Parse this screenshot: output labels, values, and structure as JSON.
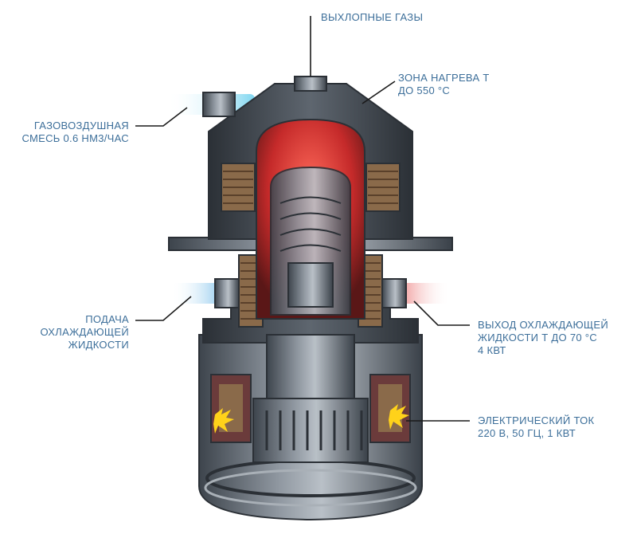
{
  "labels": {
    "exhaust": [
      "ВЫХЛОПНЫЕ ГАЗЫ"
    ],
    "heating_zone": [
      "ЗОНА НАГРЕВА Т",
      "ДО 550 °С"
    ],
    "gas_air": [
      "ГАЗОВОЗДУШНАЯ",
      "СМЕСЬ 0.6 НМ3/ЧАС"
    ],
    "coolant_in": [
      "ПОДАЧА",
      "ОХЛАЖДАЮЩЕЙ",
      "ЖИДКОСТИ"
    ],
    "coolant_out": [
      "ВЫХОД ОХЛАЖДАЮЩЕЙ",
      "ЖИДКОСТИ Т ДО 70 °С",
      "4 КВТ"
    ],
    "electric": [
      "ЭЛЕКТРИЧЕСКИЙ ТОК",
      "220 В, 50 ГЦ, 1 КВТ"
    ]
  },
  "colors": {
    "label_text": "#3d6f9a",
    "hot": "#e23b3b",
    "cold": "#3aa0e0",
    "gas": "#7fd6f0",
    "spark": "#ffd21a",
    "metal": "#5b636d"
  }
}
